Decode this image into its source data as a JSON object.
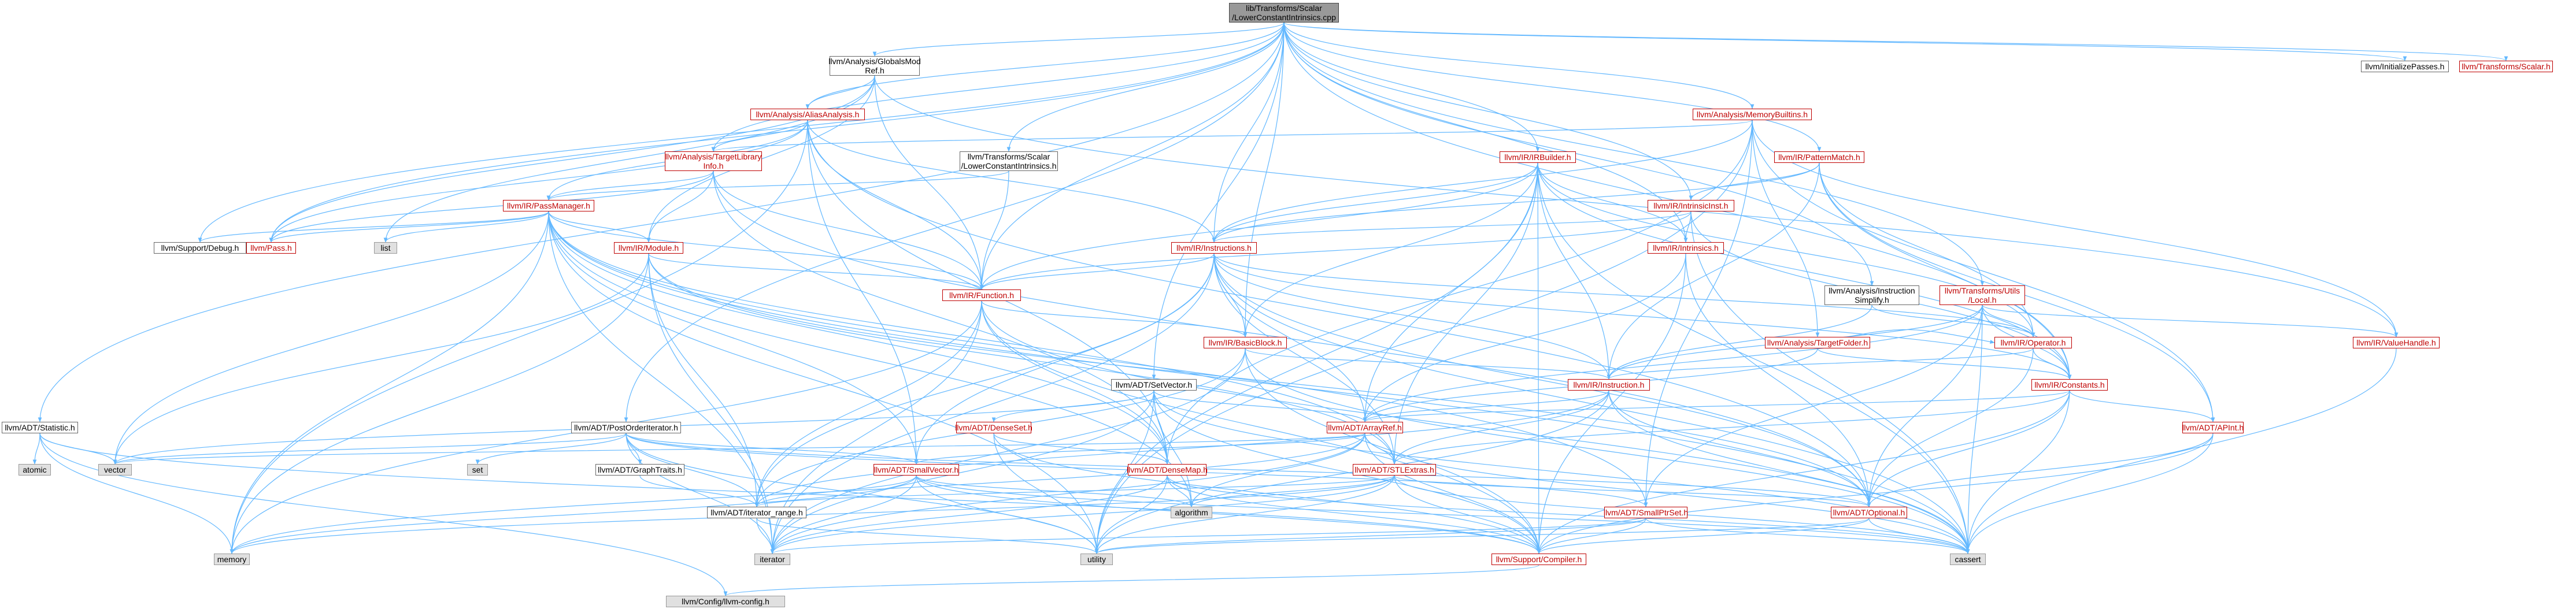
{
  "nodes": [
    {
      "id": "root",
      "lines": [
        "lib/Transforms/Scalar",
        "/LowerConstantIntrinsics.cpp"
      ],
      "kind": "focus"
    },
    {
      "id": "globalsmodref",
      "lines": [
        "llvm/Analysis/GlobalsMod",
        "Ref.h"
      ],
      "kind": "plain"
    },
    {
      "id": "initpasses",
      "lines": [
        "llvm/InitializePasses.h"
      ],
      "kind": "plain"
    },
    {
      "id": "transformsscalar",
      "lines": [
        "llvm/Transforms/Scalar.h"
      ],
      "kind": "red"
    },
    {
      "id": "aliasanalysis",
      "lines": [
        "llvm/Analysis/AliasAnalysis.h"
      ],
      "kind": "red"
    },
    {
      "id": "memorybuiltins",
      "lines": [
        "llvm/Analysis/MemoryBuiltins.h"
      ],
      "kind": "red"
    },
    {
      "id": "targetlibinfo",
      "lines": [
        "llvm/Analysis/TargetLibrary",
        "Info.h"
      ],
      "kind": "red"
    },
    {
      "id": "lowerconst",
      "lines": [
        "llvm/Transforms/Scalar",
        "/LowerConstantIntrinsics.h"
      ],
      "kind": "plain"
    },
    {
      "id": "irbuilder",
      "lines": [
        "llvm/IR/IRBuilder.h"
      ],
      "kind": "red"
    },
    {
      "id": "patternmatch",
      "lines": [
        "llvm/IR/PatternMatch.h"
      ],
      "kind": "red"
    },
    {
      "id": "passmanager",
      "lines": [
        "llvm/IR/PassManager.h"
      ],
      "kind": "red"
    },
    {
      "id": "intrinsicinst",
      "lines": [
        "llvm/IR/IntrinsicInst.h"
      ],
      "kind": "red"
    },
    {
      "id": "supportdebug",
      "lines": [
        "llvm/Support/Debug.h"
      ],
      "kind": "plain"
    },
    {
      "id": "pass",
      "lines": [
        "llvm/Pass.h"
      ],
      "kind": "red"
    },
    {
      "id": "list",
      "lines": [
        "list"
      ],
      "kind": "sys"
    },
    {
      "id": "module",
      "lines": [
        "llvm/IR/Module.h"
      ],
      "kind": "red"
    },
    {
      "id": "instructions",
      "lines": [
        "llvm/IR/Instructions.h"
      ],
      "kind": "red"
    },
    {
      "id": "intrinsics",
      "lines": [
        "llvm/IR/Intrinsics.h"
      ],
      "kind": "red"
    },
    {
      "id": "function",
      "lines": [
        "llvm/IR/Function.h"
      ],
      "kind": "red"
    },
    {
      "id": "instsimplify",
      "lines": [
        "llvm/Analysis/Instruction",
        "Simplify.h"
      ],
      "kind": "plain"
    },
    {
      "id": "utilslocal",
      "lines": [
        "llvm/Transforms/Utils",
        "/Local.h"
      ],
      "kind": "red"
    },
    {
      "id": "basicblock",
      "lines": [
        "llvm/IR/BasicBlock.h"
      ],
      "kind": "red"
    },
    {
      "id": "targetfolder",
      "lines": [
        "llvm/Analysis/TargetFolder.h"
      ],
      "kind": "red"
    },
    {
      "id": "operator",
      "lines": [
        "llvm/IR/Operator.h"
      ],
      "kind": "red"
    },
    {
      "id": "valuehandle",
      "lines": [
        "llvm/IR/ValueHandle.h"
      ],
      "kind": "red"
    },
    {
      "id": "setvector",
      "lines": [
        "llvm/ADT/SetVector.h"
      ],
      "kind": "plain"
    },
    {
      "id": "instruction",
      "lines": [
        "llvm/IR/Instruction.h"
      ],
      "kind": "red"
    },
    {
      "id": "constants",
      "lines": [
        "llvm/IR/Constants.h"
      ],
      "kind": "red"
    },
    {
      "id": "statistic",
      "lines": [
        "llvm/ADT/Statistic.h"
      ],
      "kind": "plain"
    },
    {
      "id": "postorder",
      "lines": [
        "llvm/ADT/PostOrderIterator.h"
      ],
      "kind": "plain"
    },
    {
      "id": "denseset",
      "lines": [
        "llvm/ADT/DenseSet.h"
      ],
      "kind": "red"
    },
    {
      "id": "arrayref",
      "lines": [
        "llvm/ADT/ArrayRef.h"
      ],
      "kind": "red"
    },
    {
      "id": "apint",
      "lines": [
        "llvm/ADT/APInt.h"
      ],
      "kind": "red"
    },
    {
      "id": "atomic",
      "lines": [
        "atomic"
      ],
      "kind": "sys"
    },
    {
      "id": "vector",
      "lines": [
        "vector"
      ],
      "kind": "sys"
    },
    {
      "id": "set",
      "lines": [
        "set"
      ],
      "kind": "sys"
    },
    {
      "id": "graphtraits",
      "lines": [
        "llvm/ADT/GraphTraits.h"
      ],
      "kind": "plain"
    },
    {
      "id": "smallvector",
      "lines": [
        "llvm/ADT/SmallVector.h"
      ],
      "kind": "red"
    },
    {
      "id": "densemap",
      "lines": [
        "llvm/ADT/DenseMap.h"
      ],
      "kind": "red"
    },
    {
      "id": "stlextras",
      "lines": [
        "llvm/ADT/STLExtras.h"
      ],
      "kind": "red"
    },
    {
      "id": "algorithm",
      "lines": [
        "algorithm"
      ],
      "kind": "sys"
    },
    {
      "id": "optional",
      "lines": [
        "llvm/ADT/Optional.h"
      ],
      "kind": "red"
    },
    {
      "id": "itrange",
      "lines": [
        "llvm/ADT/iterator_range.h"
      ],
      "kind": "plain"
    },
    {
      "id": "smallptrset",
      "lines": [
        "llvm/ADT/SmallPtrSet.h"
      ],
      "kind": "red"
    },
    {
      "id": "memory",
      "lines": [
        "memory"
      ],
      "kind": "sys"
    },
    {
      "id": "iterator",
      "lines": [
        "iterator"
      ],
      "kind": "sys"
    },
    {
      "id": "utility",
      "lines": [
        "utility"
      ],
      "kind": "sys"
    },
    {
      "id": "compiler",
      "lines": [
        "llvm/Support/Compiler.h"
      ],
      "kind": "red"
    },
    {
      "id": "cassert",
      "lines": [
        "cassert"
      ],
      "kind": "sys"
    },
    {
      "id": "llvmconfig",
      "lines": [
        "llvm/Config/llvm-config.h"
      ],
      "kind": "sys"
    }
  ],
  "edges": [
    [
      "root",
      "globalsmodref"
    ],
    [
      "root",
      "initpasses"
    ],
    [
      "root",
      "transformsscalar"
    ],
    [
      "root",
      "aliasanalysis"
    ],
    [
      "root",
      "memorybuiltins"
    ],
    [
      "root",
      "targetlibinfo"
    ],
    [
      "root",
      "lowerconst"
    ],
    [
      "root",
      "irbuilder"
    ],
    [
      "root",
      "patternmatch"
    ],
    [
      "root",
      "intrinsicinst"
    ],
    [
      "root",
      "supportdebug"
    ],
    [
      "root",
      "pass"
    ],
    [
      "root",
      "instructions"
    ],
    [
      "root",
      "intrinsics"
    ],
    [
      "root",
      "function"
    ],
    [
      "root",
      "instsimplify"
    ],
    [
      "root",
      "utilslocal"
    ],
    [
      "root",
      "basicblock"
    ],
    [
      "root",
      "constants"
    ],
    [
      "root",
      "statistic"
    ],
    [
      "root",
      "setvector"
    ],
    [
      "root",
      "postorder"
    ],
    [
      "globalsmodref",
      "aliasanalysis"
    ],
    [
      "globalsmodref",
      "module"
    ],
    [
      "globalsmodref",
      "pass"
    ],
    [
      "globalsmodref",
      "function"
    ],
    [
      "globalsmodref",
      "valuehandle"
    ],
    [
      "globalsmodref",
      "list"
    ],
    [
      "aliasanalysis",
      "targetlibinfo"
    ],
    [
      "aliasanalysis",
      "passmanager"
    ],
    [
      "aliasanalysis",
      "pass"
    ],
    [
      "aliasanalysis",
      "function"
    ],
    [
      "aliasanalysis",
      "instructions"
    ],
    [
      "aliasanalysis",
      "densemap"
    ],
    [
      "aliasanalysis",
      "smallvector"
    ],
    [
      "aliasanalysis",
      "optional"
    ],
    [
      "aliasanalysis",
      "memory"
    ],
    [
      "memorybuiltins",
      "targetlibinfo"
    ],
    [
      "memorybuiltins",
      "targetfolder"
    ],
    [
      "memorybuiltins",
      "valuehandle"
    ],
    [
      "memorybuiltins",
      "apint"
    ],
    [
      "memorybuiltins",
      "densemap"
    ],
    [
      "memorybuiltins",
      "instructions"
    ],
    [
      "memorybuiltins",
      "smallptrset"
    ],
    [
      "memorybuiltins",
      "utility"
    ],
    [
      "targetlibinfo",
      "passmanager"
    ],
    [
      "targetlibinfo",
      "module"
    ],
    [
      "targetlibinfo",
      "function"
    ],
    [
      "targetlibinfo",
      "pass"
    ],
    [
      "targetlibinfo",
      "densemap"
    ],
    [
      "targetlibinfo",
      "optional"
    ],
    [
      "lowerconst",
      "passmanager"
    ],
    [
      "lowerconst",
      "function"
    ],
    [
      "irbuilder",
      "instructions"
    ],
    [
      "irbuilder",
      "basicblock"
    ],
    [
      "irbuilder",
      "constants"
    ],
    [
      "irbuilder",
      "function"
    ],
    [
      "irbuilder",
      "intrinsics"
    ],
    [
      "irbuilder",
      "instruction"
    ],
    [
      "irbuilder",
      "operator"
    ],
    [
      "irbuilder",
      "arrayref"
    ],
    [
      "irbuilder",
      "stlextras"
    ],
    [
      "irbuilder",
      "cassert"
    ],
    [
      "irbuilder",
      "utility"
    ],
    [
      "irbuilder",
      "compiler"
    ],
    [
      "patternmatch",
      "intrinsicinst"
    ],
    [
      "patternmatch",
      "instructions"
    ],
    [
      "patternmatch",
      "constants"
    ],
    [
      "patternmatch",
      "operator"
    ],
    [
      "patternmatch",
      "apint"
    ],
    [
      "patternmatch",
      "instruction"
    ],
    [
      "passmanager",
      "module"
    ],
    [
      "passmanager",
      "function"
    ],
    [
      "passmanager",
      "pass"
    ],
    [
      "passmanager",
      "supportdebug"
    ],
    [
      "passmanager",
      "list"
    ],
    [
      "passmanager",
      "densemap"
    ],
    [
      "passmanager",
      "smallptrset"
    ],
    [
      "passmanager",
      "stlextras"
    ],
    [
      "passmanager",
      "smallvector"
    ],
    [
      "passmanager",
      "iterator"
    ],
    [
      "passmanager",
      "memory"
    ],
    [
      "passmanager",
      "vector"
    ],
    [
      "passmanager",
      "utility"
    ],
    [
      "passmanager",
      "cassert"
    ],
    [
      "passmanager",
      "algorithm"
    ],
    [
      "intrinsicinst",
      "intrinsics"
    ],
    [
      "intrinsicinst",
      "instructions"
    ],
    [
      "intrinsicinst",
      "constants"
    ],
    [
      "intrinsicinst",
      "function"
    ],
    [
      "intrinsicinst",
      "cassert"
    ],
    [
      "module",
      "function"
    ],
    [
      "module",
      "stlextras"
    ],
    [
      "module",
      "itrange"
    ],
    [
      "module",
      "optional"
    ],
    [
      "module",
      "iterator"
    ],
    [
      "module",
      "memory"
    ],
    [
      "module",
      "vector"
    ],
    [
      "instructions",
      "basicblock"
    ],
    [
      "instructions",
      "instruction"
    ],
    [
      "instructions",
      "constants"
    ],
    [
      "instructions",
      "operator"
    ],
    [
      "instructions",
      "arrayref"
    ],
    [
      "instructions",
      "stlextras"
    ],
    [
      "instructions",
      "smallvector"
    ],
    [
      "instructions",
      "itrange"
    ],
    [
      "instructions",
      "iterator"
    ],
    [
      "instructions",
      "cassert"
    ],
    [
      "instructions",
      "optional"
    ],
    [
      "instructions",
      "function"
    ],
    [
      "intrinsics",
      "arrayref"
    ],
    [
      "intrinsics",
      "optional"
    ],
    [
      "intrinsics",
      "compiler"
    ],
    [
      "function",
      "basicblock"
    ],
    [
      "function",
      "densemap"
    ],
    [
      "function",
      "itrange"
    ],
    [
      "function",
      "compiler"
    ],
    [
      "function",
      "cassert"
    ],
    [
      "function",
      "iterator"
    ],
    [
      "function",
      "memory"
    ],
    [
      "instsimplify",
      "instruction"
    ],
    [
      "instsimplify",
      "operator"
    ],
    [
      "utilslocal",
      "utilslocal"
    ],
    [
      "utilslocal",
      "arrayref"
    ],
    [
      "utilslocal",
      "smallptrset"
    ],
    [
      "utilslocal",
      "optional"
    ],
    [
      "utilslocal",
      "valuehandle"
    ],
    [
      "utilslocal",
      "operator"
    ],
    [
      "utilslocal",
      "constants"
    ],
    [
      "utilslocal",
      "instruction"
    ],
    [
      "utilslocal",
      "cassert"
    ],
    [
      "basicblock",
      "instruction"
    ],
    [
      "basicblock",
      "itrange"
    ],
    [
      "basicblock",
      "compiler"
    ],
    [
      "basicblock",
      "cassert"
    ],
    [
      "basicblock",
      "iterator"
    ],
    [
      "targetfolder",
      "arrayref"
    ],
    [
      "targetfolder",
      "constants"
    ],
    [
      "targetfolder",
      "operator"
    ],
    [
      "operator",
      "instruction"
    ],
    [
      "operator",
      "constants"
    ],
    [
      "operator",
      "optional"
    ],
    [
      "valuehandle",
      "cassert"
    ],
    [
      "setvector",
      "arrayref"
    ],
    [
      "setvector",
      "densemap"
    ],
    [
      "setvector",
      "compiler"
    ],
    [
      "setvector",
      "algorithm"
    ],
    [
      "setvector",
      "cassert"
    ],
    [
      "setvector",
      "iterator"
    ],
    [
      "setvector",
      "utility"
    ],
    [
      "setvector",
      "vector"
    ],
    [
      "setvector",
      "denseset"
    ],
    [
      "instruction",
      "arrayref"
    ],
    [
      "instruction",
      "stlextras"
    ],
    [
      "instruction",
      "optional"
    ],
    [
      "instruction",
      "utility"
    ],
    [
      "instruction",
      "itrange"
    ],
    [
      "instruction",
      "cassert"
    ],
    [
      "constants",
      "apint"
    ],
    [
      "constants",
      "arrayref"
    ],
    [
      "constants",
      "stlextras"
    ],
    [
      "constants",
      "optional"
    ],
    [
      "constants",
      "compiler"
    ],
    [
      "constants",
      "cassert"
    ],
    [
      "statistic",
      "compiler"
    ],
    [
      "statistic",
      "llvmconfig"
    ],
    [
      "statistic",
      "atomic"
    ],
    [
      "statistic",
      "memory"
    ],
    [
      "statistic",
      "vector"
    ],
    [
      "postorder",
      "graphtraits"
    ],
    [
      "postorder",
      "itrange"
    ],
    [
      "postorder",
      "smallptrset"
    ],
    [
      "postorder",
      "smallvector"
    ],
    [
      "postorder",
      "optional"
    ],
    [
      "postorder",
      "iterator"
    ],
    [
      "postorder",
      "set"
    ],
    [
      "postorder",
      "utility"
    ],
    [
      "postorder",
      "vector"
    ],
    [
      "denseset",
      "densemap"
    ],
    [
      "denseset",
      "compiler"
    ],
    [
      "denseset",
      "utility"
    ],
    [
      "arrayref",
      "smallvector"
    ],
    [
      "arrayref",
      "stlextras"
    ],
    [
      "arrayref",
      "compiler"
    ],
    [
      "arrayref",
      "iterator"
    ],
    [
      "arrayref",
      "memory"
    ],
    [
      "arrayref",
      "algorithm"
    ],
    [
      "arrayref",
      "cassert"
    ],
    [
      "arrayref",
      "vector"
    ],
    [
      "apint",
      "compiler"
    ],
    [
      "apint",
      "cassert"
    ],
    [
      "apint",
      "optional"
    ],
    [
      "graphtraits",
      "itrange"
    ],
    [
      "smallvector",
      "compiler"
    ],
    [
      "smallvector",
      "itrange"
    ],
    [
      "smallvector",
      "iterator"
    ],
    [
      "smallvector",
      "memory"
    ],
    [
      "smallvector",
      "utility"
    ],
    [
      "smallvector",
      "cassert"
    ],
    [
      "smallvector",
      "algorithm"
    ],
    [
      "densemap",
      "compiler"
    ],
    [
      "densemap",
      "iterator"
    ],
    [
      "densemap",
      "utility"
    ],
    [
      "densemap",
      "algorithm"
    ],
    [
      "densemap",
      "cassert"
    ],
    [
      "stlextras",
      "optional"
    ],
    [
      "stlextras",
      "itrange"
    ],
    [
      "stlextras",
      "compiler"
    ],
    [
      "stlextras",
      "iterator"
    ],
    [
      "stlextras",
      "memory"
    ],
    [
      "stlextras",
      "utility"
    ],
    [
      "stlextras",
      "algorithm"
    ],
    [
      "stlextras",
      "cassert"
    ],
    [
      "optional",
      "compiler"
    ],
    [
      "optional",
      "cassert"
    ],
    [
      "optional",
      "utility"
    ],
    [
      "itrange",
      "iterator"
    ],
    [
      "itrange",
      "utility"
    ],
    [
      "smallptrset",
      "compiler"
    ],
    [
      "smallptrset",
      "iterator"
    ],
    [
      "smallptrset",
      "utility"
    ],
    [
      "smallptrset",
      "cassert"
    ],
    [
      "compiler",
      "llvmconfig"
    ]
  ],
  "colors": {
    "edge": "#63b8ff",
    "red": "#bf0000",
    "focus": "#999999",
    "system": "#e0e0e0"
  }
}
